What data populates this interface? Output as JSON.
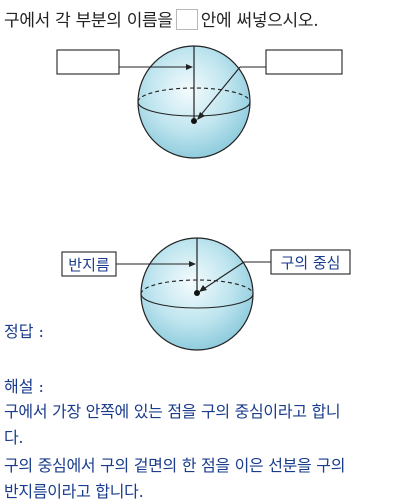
{
  "question": {
    "before": "구에서 각 부분의 이름을",
    "after": "안에 써넣으시오."
  },
  "answer_diagram": {
    "left_label": "반지름",
    "right_label": "구의 중심"
  },
  "answer_heading": "정답 :",
  "explanation_heading": "해설 :",
  "explanation_lines": [
    "구에서 가장 안쪽에 있는 점을 구의 중심이라고 합니",
    "다.",
    "구의 중심에서 구의 겉면의 한 점을 이은 선분을 구의",
    "반지름이라고 합니다."
  ],
  "colors": {
    "sphere_fill": "#a9dbe8",
    "text_blue": "#1a3c8c"
  }
}
